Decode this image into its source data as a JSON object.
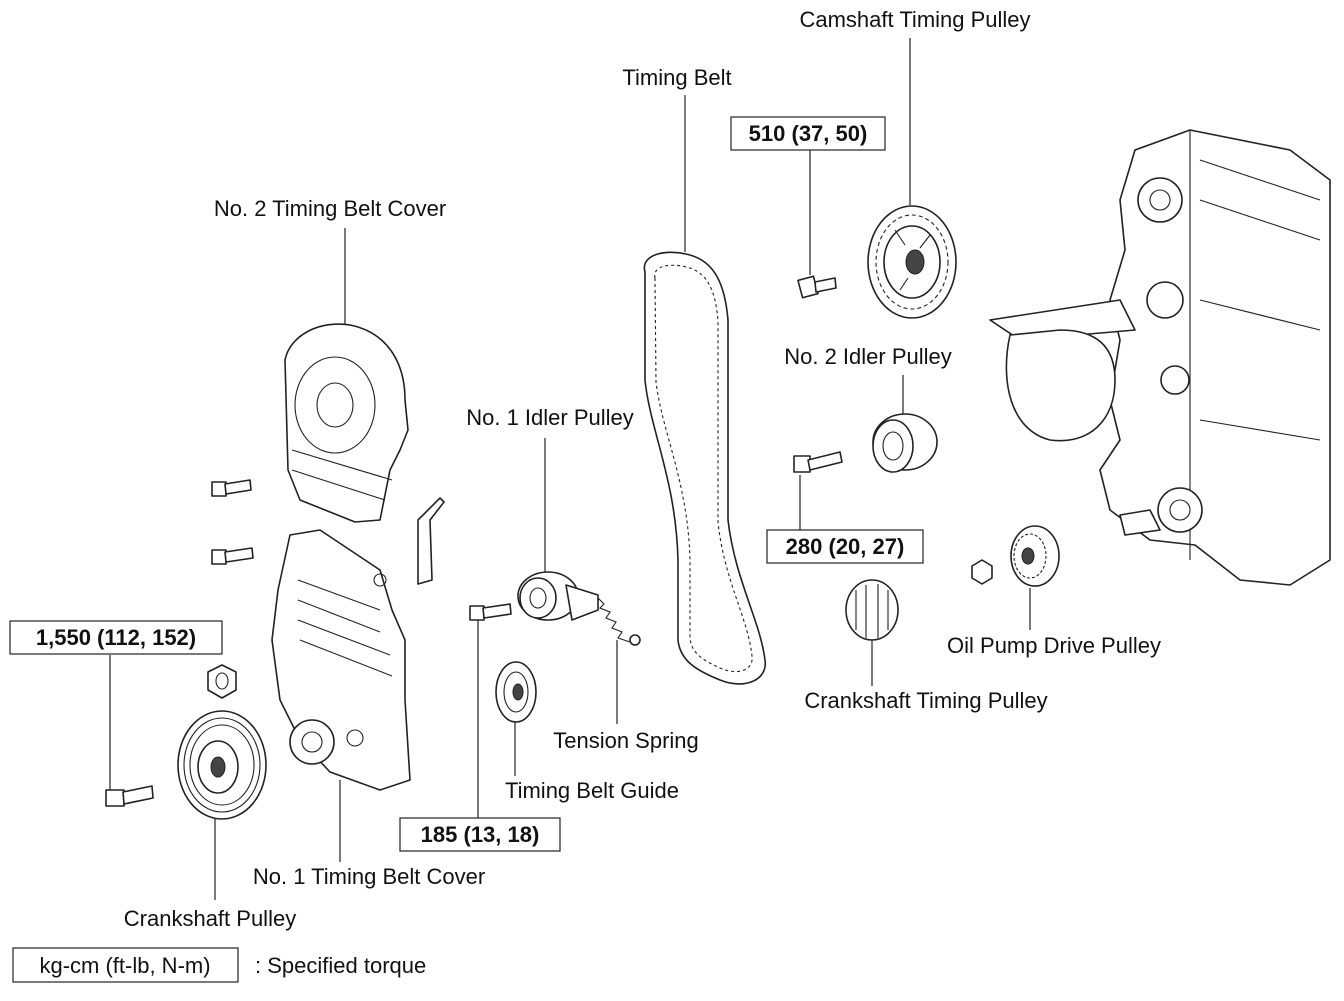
{
  "labels": {
    "camshaft_timing_pulley": "Camshaft Timing Pulley",
    "timing_belt": "Timing Belt",
    "no2_timing_belt_cover": "No. 2 Timing Belt Cover",
    "no2_idler_pulley": "No. 2 Idler Pulley",
    "no1_idler_pulley": "No. 1 Idler Pulley",
    "oil_pump_drive_pulley": "Oil Pump Drive Pulley",
    "crankshaft_timing_pulley": "Crankshaft Timing Pulley",
    "tension_spring": "Tension Spring",
    "timing_belt_guide": "Timing Belt Guide",
    "no1_timing_belt_cover": "No. 1 Timing Belt Cover",
    "crankshaft_pulley": "Crankshaft Pulley"
  },
  "torques": {
    "camshaft_bolt": "510 (37, 50)",
    "idler2_bolt": "280 (20, 27)",
    "crank_bolt": "1,550 (112, 152)",
    "idler1_bolt": "185 (13, 18)"
  },
  "legend": {
    "unit_box": "kg-cm (ft-lb, N-m)",
    "description": ": Specified torque"
  }
}
